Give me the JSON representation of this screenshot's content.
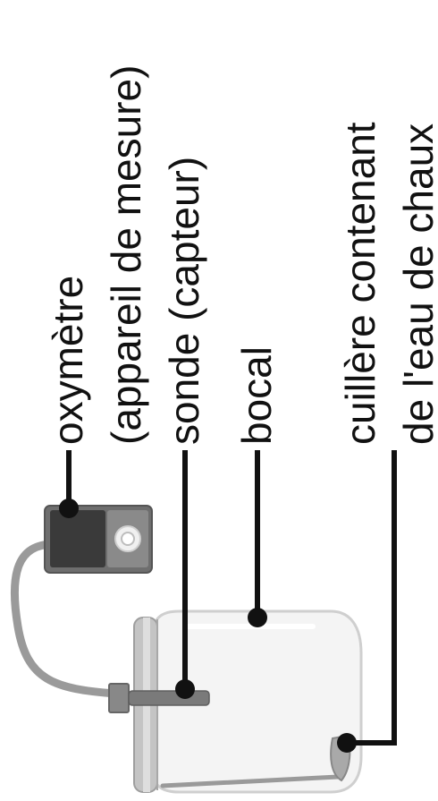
{
  "labels": {
    "oxymetre": "oxymètre",
    "appareil": "(appareil de mesure)",
    "sonde": "sonde (capteur)",
    "bocal": "bocal",
    "cuillere_line1": "cuillère contenant",
    "cuillere_line2": "de l'eau de chaux"
  },
  "colors": {
    "text": "#111111",
    "leader": "#111111",
    "device_body": "#6e6e6e",
    "device_screen": "#3a3a3a",
    "cable": "#9a9a9a",
    "jar_outline": "#c8c8c8",
    "jar_fill": "#f4f4f4",
    "lid": "#b8b8b8",
    "probe": "#777777"
  },
  "icons": {
    "device": "oxymeter-device-icon",
    "jar": "jar-icon",
    "probe": "probe-icon",
    "spoon": "spoon-icon"
  }
}
